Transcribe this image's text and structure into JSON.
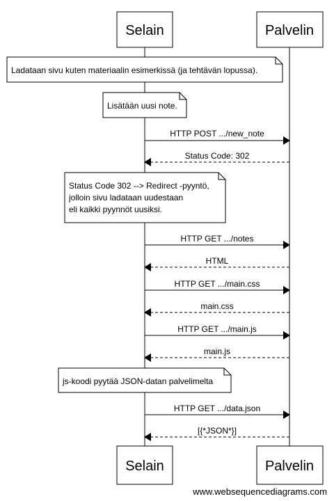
{
  "participants": {
    "left": "Selain",
    "right": "Palvelin"
  },
  "steps": [
    {
      "kind": "note",
      "lines": [
        "Ladataan sivu kuten materiaalin esimerkissä (ja tehtävän lopussa)."
      ]
    },
    {
      "kind": "note",
      "lines": [
        "Lisätään uusi note."
      ]
    },
    {
      "kind": "message",
      "label": "HTTP POST .../new_note",
      "direction": "right",
      "style": "solid"
    },
    {
      "kind": "message",
      "label": "Status Code: 302",
      "direction": "left",
      "style": "dashed"
    },
    {
      "kind": "note",
      "lines": [
        "Status Code 302 --> Redirect -pyyntö,",
        "jolloin sivu ladataan uudestaan",
        "eli kaikki pyynnöt uusiksi."
      ]
    },
    {
      "kind": "message",
      "label": "HTTP GET .../notes",
      "direction": "right",
      "style": "solid"
    },
    {
      "kind": "message",
      "label": "HTML",
      "direction": "left",
      "style": "dashed"
    },
    {
      "kind": "message",
      "label": "HTTP GET .../main.css",
      "direction": "right",
      "style": "solid"
    },
    {
      "kind": "message",
      "label": "main.css",
      "direction": "left",
      "style": "dashed"
    },
    {
      "kind": "message",
      "label": "HTTP GET .../main.js",
      "direction": "right",
      "style": "solid"
    },
    {
      "kind": "message",
      "label": "main.js",
      "direction": "left",
      "style": "dashed"
    },
    {
      "kind": "note",
      "lines": [
        "js-koodi pyytää JSON-datan palvelimelta"
      ]
    },
    {
      "kind": "message",
      "label": "HTTP GET .../data.json",
      "direction": "right",
      "style": "solid"
    },
    {
      "kind": "message",
      "label": "[{*JSON*}]",
      "direction": "left",
      "style": "dashed"
    }
  ],
  "footer": "www.websequencediagrams.com"
}
